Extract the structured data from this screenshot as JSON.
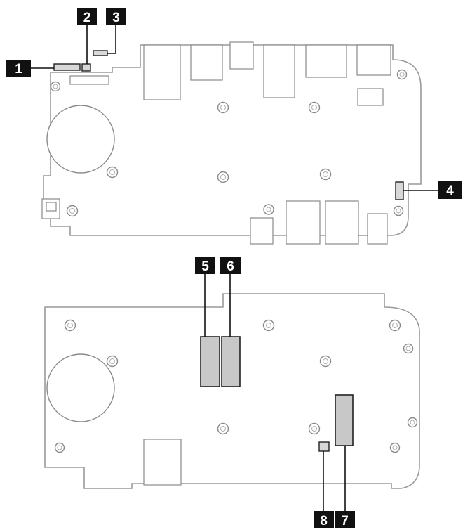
{
  "callouts": [
    {
      "id": "1",
      "text": "1"
    },
    {
      "id": "2",
      "text": "2"
    },
    {
      "id": "3",
      "text": "3"
    },
    {
      "id": "4",
      "text": "4"
    },
    {
      "id": "5",
      "text": "5"
    },
    {
      "id": "6",
      "text": "6"
    },
    {
      "id": "7",
      "text": "7"
    },
    {
      "id": "8",
      "text": "8"
    }
  ],
  "colors": {
    "label_fill": "#111111",
    "label_text": "#ffffff",
    "board_outline": "#9a9a9a",
    "highlight_fill": "#c8c8c8"
  }
}
